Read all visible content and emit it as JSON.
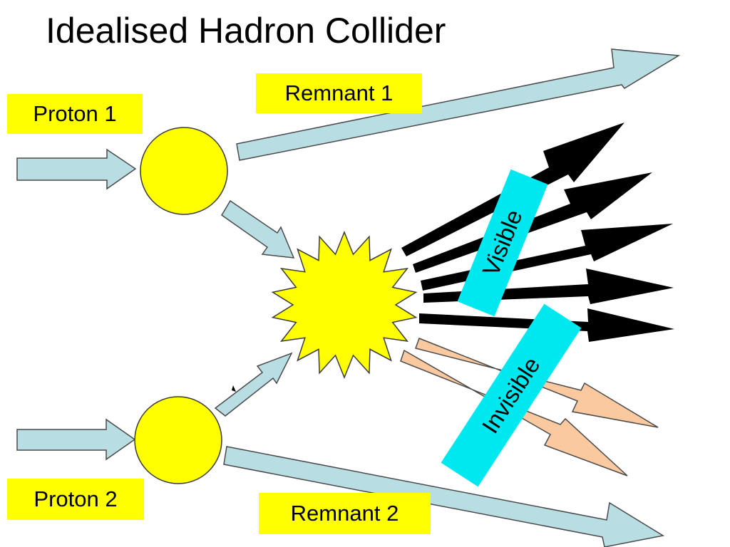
{
  "slide": {
    "title": "Idealised Hadron Collider"
  },
  "labels": {
    "proton1": "Proton 1",
    "proton2": "Proton 2",
    "remnant1": "Remnant 1",
    "remnant2": "Remnant 2",
    "visible": "Visible",
    "invisible": "Invisible"
  },
  "colors": {
    "label_background": "#ffff00",
    "proton_fill": "#ffff00",
    "collision_fill": "#ffff00",
    "beam_arrow_fill": "#b8dde3",
    "visible_arrow_fill": "#000000",
    "invisible_arrow_fill": "#fbc99f",
    "tag_background": "#00e8ef"
  }
}
